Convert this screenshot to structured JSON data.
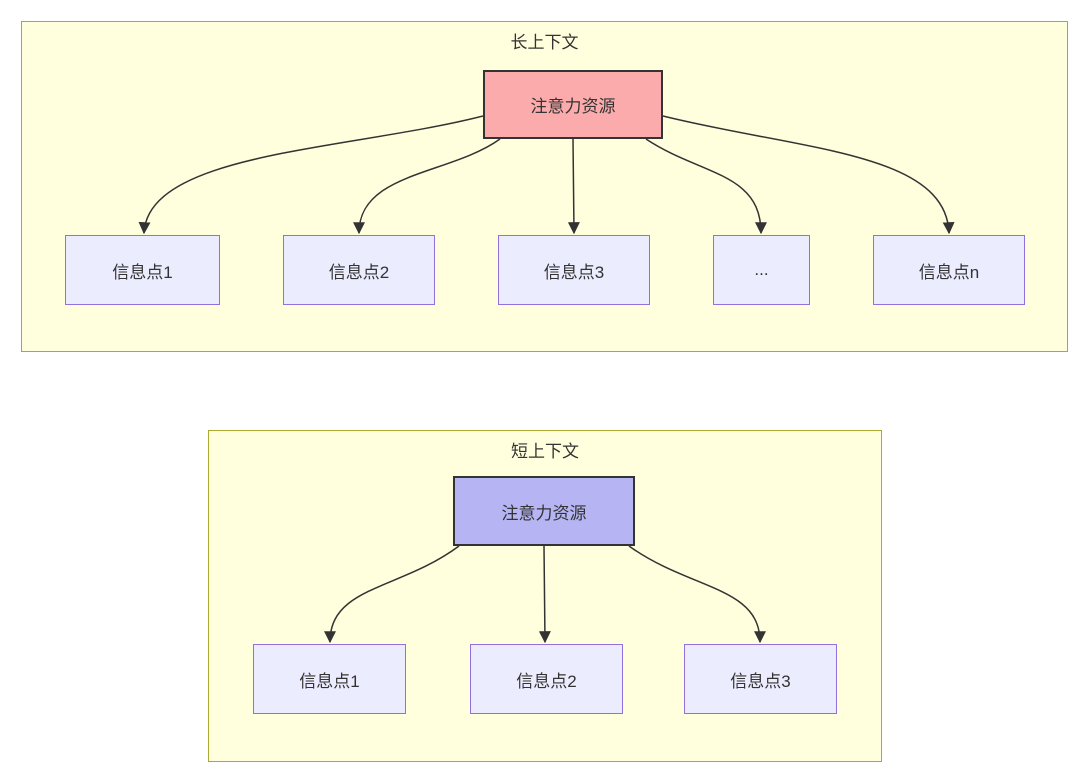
{
  "diagram": {
    "type": "flowchart",
    "clusters": [
      {
        "title": "长上下文",
        "source": {
          "label": "注意力资源",
          "fill": "#fbabab",
          "border": "#333333"
        },
        "targets": [
          {
            "label": "信息点1"
          },
          {
            "label": "信息点2"
          },
          {
            "label": "信息点3"
          },
          {
            "label": "..."
          },
          {
            "label": "信息点n"
          }
        ]
      },
      {
        "title": "短上下文",
        "source": {
          "label": "注意力资源",
          "fill": "#b6b4f2",
          "border": "#333333"
        },
        "targets": [
          {
            "label": "信息点1"
          },
          {
            "label": "信息点2"
          },
          {
            "label": "信息点3"
          }
        ]
      }
    ],
    "colors": {
      "cluster_fill": "#ffffde",
      "cluster_border": "#aaaa33",
      "node_fill": "#ececff",
      "node_border": "#9370db",
      "edge": "#333333",
      "text": "#333333",
      "page_background": "#ffffff"
    }
  }
}
